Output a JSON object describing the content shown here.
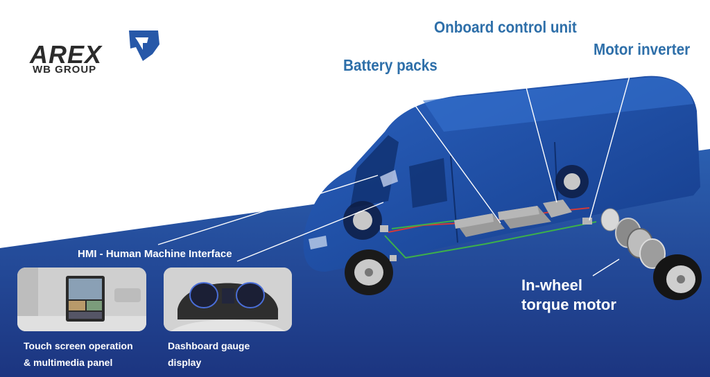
{
  "brand": {
    "name": "AREX",
    "sub": "WB GROUP"
  },
  "callouts": {
    "onboard": "Onboard control unit",
    "motor_inverter": "Motor inverter",
    "battery": "Battery packs",
    "in_wheel_line1": "In-wheel",
    "in_wheel_line2": "torque motor",
    "hmi": "HMI - Human Machine Interface"
  },
  "panels": {
    "touch": {
      "line1": "Touch screen operation",
      "line2": "& multimedia panel"
    },
    "dashboard": {
      "line1": "Dashboard gauge",
      "line2": "display"
    }
  },
  "colors": {
    "callout": "#2e6fa9",
    "background_dark": "#1f3f8f",
    "van": "#1f4ea6"
  }
}
